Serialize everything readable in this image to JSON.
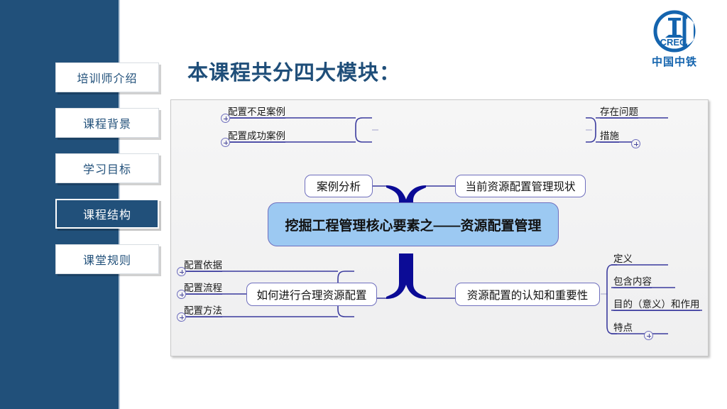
{
  "slide": {
    "title": "本课程共分四大模块：",
    "brand": {
      "logo_name": "china-railway-logo",
      "logo_mark_text": "CREC",
      "logo_text": "中国中铁",
      "logo_color": "#1464AE"
    },
    "colors": {
      "band": "#21507A",
      "title": "#1F4E79",
      "accent_node_fill": "#9CC9F2",
      "node_border": "#6F6FBE",
      "trunk": "#0B0B96",
      "panel_bg": "#F2F2F2"
    }
  },
  "sidebar": {
    "items": [
      {
        "label": "培训师介绍",
        "active": false
      },
      {
        "label": "课程背景",
        "active": false
      },
      {
        "label": "学习目标",
        "active": false
      },
      {
        "label": "课程结构",
        "active": true
      },
      {
        "label": "课堂规则",
        "active": false
      }
    ]
  },
  "mindmap": {
    "center": "挖掘工程管理核心要素之——资源配置管理",
    "branches": [
      {
        "id": "case-analysis",
        "title": "案例分析",
        "position": "top-left",
        "leaves": [
          {
            "label": "配置不足案例",
            "expandable": true
          },
          {
            "label": "配置成功案例",
            "expandable": true
          }
        ]
      },
      {
        "id": "current-status",
        "title": "当前资源配置管理现状",
        "position": "top-right",
        "leaves": [
          {
            "label": "存在问题",
            "expandable": false
          },
          {
            "label": "措施",
            "expandable": true
          }
        ]
      },
      {
        "id": "how-to-allocate",
        "title": "如何进行合理资源配置",
        "position": "bottom-left",
        "leaves": [
          {
            "label": "配置依据",
            "expandable": true
          },
          {
            "label": "配置流程",
            "expandable": true
          },
          {
            "label": "配置方法",
            "expandable": true
          }
        ]
      },
      {
        "id": "cognition-importance",
        "title": "资源配置的认知和重要性",
        "position": "bottom-right",
        "leaves": [
          {
            "label": "定义",
            "expandable": false
          },
          {
            "label": "包含内容",
            "expandable": false
          },
          {
            "label": "目的（意义）和作用",
            "expandable": false
          },
          {
            "label": "特点",
            "expandable": true
          }
        ]
      }
    ]
  }
}
